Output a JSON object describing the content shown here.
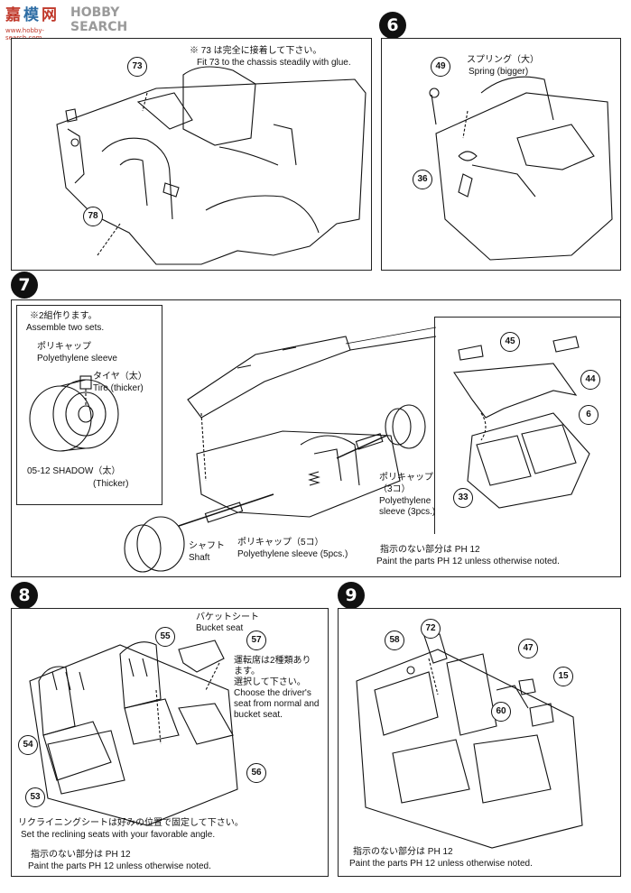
{
  "watermark": {
    "site_label": "HOBBY SEARCH",
    "sub_label": "www.hobby-search.com"
  },
  "steps": {
    "s6": "6",
    "s7": "7",
    "s8": "8",
    "s9": "9"
  },
  "panel5": {
    "note_jp": "※ 73 は完全に接着して下さい。",
    "note_en": "Fit 73 to the chassis steadily with glue.",
    "parts": [
      "73",
      "78"
    ]
  },
  "panel6": {
    "label_jp": "スプリング（大）",
    "label_en": "Spring (bigger)",
    "parts": [
      "49",
      "36"
    ]
  },
  "panel7": {
    "inset_jp": "※2組作ります。",
    "inset_en": "Assemble two sets.",
    "polycap_jp": "ポリキャップ",
    "polycap_en": "Polyethylene sleeve",
    "tire_jp": "タイヤ（太）",
    "tire_en": "Tire (thicker)",
    "wheel_jp": "05-12 SHADOW（太）",
    "wheel_en": "(Thicker)",
    "polycap3_jp": "ポリキャップ",
    "polycap3_cnt": "（3コ）",
    "polycap3_en1": "Polyethylene",
    "polycap3_en2": "sleeve (3pcs.)",
    "shaft_jp": "シャフト",
    "shaft_en": "Shaft",
    "polycap5_jp": "ポリキャップ（5コ）",
    "polycap5_en": "Polyethylene sleeve (5pcs.)",
    "paint_jp": "指示のない部分は PH 12",
    "paint_en": "Paint the parts PH 12 unless otherwise noted.",
    "parts": [
      "45",
      "44",
      "6",
      "33"
    ]
  },
  "panel8": {
    "bucket_jp": "バケットシート",
    "bucket_en": "Bucket seat",
    "choose_jp1": "運転席は2種類あり",
    "choose_jp2": "ます。",
    "choose_jp3": "選択して下さい。",
    "choose_en1": "Choose the driver's",
    "choose_en2": "seat from normal and",
    "choose_en3": "bucket seat.",
    "recline_jp": "リクライニングシートは好みの位置で固定して下さい。",
    "recline_en": "Set the reclining seats with your favorable angle.",
    "paint_jp": "指示のない部分は PH 12",
    "paint_en": "Paint the parts PH 12 unless otherwise noted.",
    "parts": [
      "55",
      "57",
      "54",
      "53",
      "56"
    ]
  },
  "panel9": {
    "paint_jp": "指示のない部分は PH 12",
    "paint_en": "Paint the parts PH 12 unless otherwise noted.",
    "parts": [
      "58",
      "72",
      "47",
      "15",
      "60"
    ]
  }
}
